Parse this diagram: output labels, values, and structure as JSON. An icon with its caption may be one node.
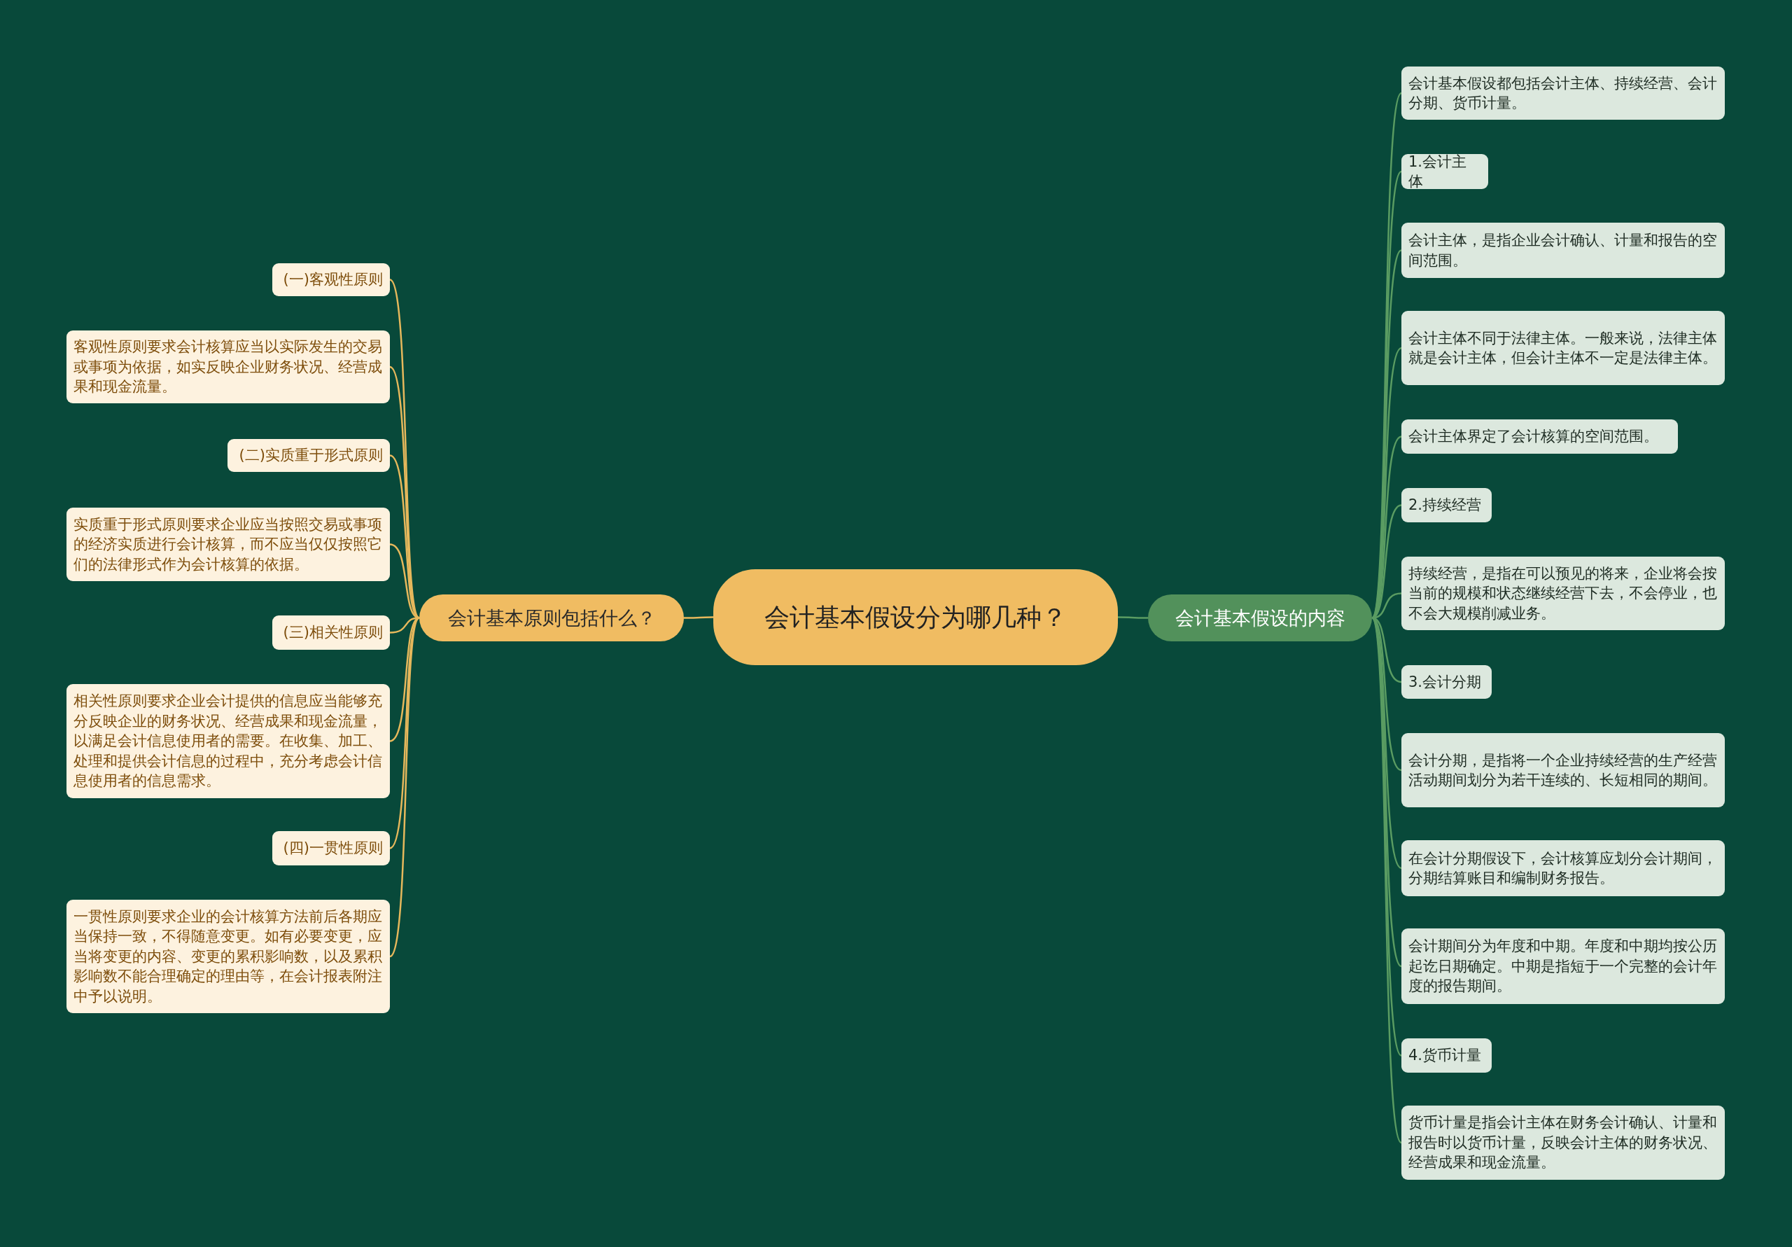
{
  "diagram": {
    "nodes": [
      {
        "text": [
          "会计基本假设分为哪几种？"
        ]
      },
      {
        "text": [
          "会计基本原则包括什么？"
        ]
      },
      {
        "text": [
          "会计基本假设的内容"
        ]
      },
      {
        "text": [
          "(一)客观性原则"
        ]
      },
      {
        "text": [
          "客观性原则要求会计核算应当以实际发生的交易或事项为依据，如实反映企业财务状况、经营成果和现金流量。"
        ]
      },
      {
        "text": [
          "(二)实质重于形式原则"
        ]
      },
      {
        "text": [
          "实质重于形式原则要求企业应当按照交易或事项的经济实质进行会计核算，而不应当仅仅按照它们的法律形式作为会计核算的依据。"
        ]
      },
      {
        "text": [
          "(三)相关性原则"
        ]
      },
      {
        "text": [
          "相关性原则要求企业会计提供的信息应当能够充分反映企业的财务状况、经营成果和现金流量，以满足会计信息使用者的需要。在收集、加工、处理和提供会计信息的过程中，充分考虑会计信息使用者的信息需求。"
        ]
      },
      {
        "text": [
          "(四)一贯性原则"
        ]
      },
      {
        "text": [
          "一贯性原则要求企业的会计核算方法前后各期应当保持一致，不得随意变更。如有必要变更，应当将变更的内容、变更的累积影响数，以及累积影响数不能合理确定的理由等，在会计报表附注中予以说明。"
        ]
      },
      {
        "text": [
          "会计基本假设都包括会计主体、持续经营、会计分期、货币计量。"
        ]
      },
      {
        "text": [
          "1.会计主体"
        ]
      },
      {
        "text": [
          "会计主体，是指企业会计确认、计量和报告的空间范围。"
        ]
      },
      {
        "text": [
          "会计主体不同于法律主体。一般来说，法律主体就是会计主体，但会计主体不一定是法律主体。"
        ]
      },
      {
        "text": [
          "会计主体界定了会计核算的空间范围。"
        ]
      },
      {
        "text": [
          "2.持续经营"
        ]
      },
      {
        "text": [
          "持续经营，是指在可以预见的将来，企业将会按当前的规模和状态继续经营下去，不会停业，也不会大规模削减业务。"
        ]
      },
      {
        "text": [
          "3.会计分期"
        ]
      },
      {
        "text": [
          "会计分期，是指将一个企业持续经营的生产经营活动期间划分为若干连续的、长短相同的期间。"
        ]
      },
      {
        "text": [
          "在会计分期假设下，会计核算应划分会计期间，分期结算账目和编制财务报告。"
        ]
      },
      {
        "text": [
          "会计期间分为年度和中期。年度和中期均按公历起讫日期确定。中期是指短于一个完整的会计年度的报告期间。"
        ]
      },
      {
        "text": [
          "4.货币计量"
        ]
      },
      {
        "text": [
          "货币计量是指会计主体在财务会计确认、计量和报告时以货币计量，反映会计主体的财务状况、经营成果和现金流量。"
        ]
      }
    ],
    "edges": [
      {
        "from": 0,
        "to": 1,
        "arrow": "none",
        "color": "#e6b85c"
      },
      {
        "from": 0,
        "to": 2,
        "arrow": "none"
      },
      {
        "from": 1,
        "to": 3,
        "arrow": "none",
        "color": "#e6b85c"
      },
      {
        "from": 1,
        "to": 4,
        "arrow": "none",
        "color": "#e6b85c"
      },
      {
        "from": 1,
        "to": 5,
        "arrow": "none",
        "color": "#e6b85c"
      },
      {
        "from": 1,
        "to": 6,
        "arrow": "none",
        "color": "#e6b85c"
      },
      {
        "from": 1,
        "to": 7,
        "arrow": "none",
        "color": "#e6b85c"
      },
      {
        "from": 1,
        "to": 8,
        "arrow": "none",
        "color": "#e6b85c"
      },
      {
        "from": 1,
        "to": 9,
        "arrow": "none",
        "color": "#e6b85c"
      },
      {
        "from": 1,
        "to": 10,
        "arrow": "none",
        "color": "#e6b85c"
      },
      {
        "from": 2,
        "to": 11,
        "arrow": "none"
      },
      {
        "from": 2,
        "to": 12,
        "arrow": "none"
      },
      {
        "from": 2,
        "to": 13,
        "arrow": "none"
      },
      {
        "from": 2,
        "to": 14,
        "arrow": "none"
      },
      {
        "from": 2,
        "to": 15,
        "arrow": "none"
      },
      {
        "from": 2,
        "to": 16,
        "arrow": "none"
      },
      {
        "from": 2,
        "to": 17,
        "arrow": "none"
      },
      {
        "from": 2,
        "to": 18,
        "arrow": "none"
      },
      {
        "from": 2,
        "to": 19,
        "arrow": "none"
      },
      {
        "from": 2,
        "to": 20,
        "arrow": "none"
      },
      {
        "from": 2,
        "to": 21,
        "arrow": "none"
      },
      {
        "from": 2,
        "to": 22,
        "arrow": "none"
      },
      {
        "from": 2,
        "to": 23,
        "arrow": "none"
      }
    ]
  }
}
